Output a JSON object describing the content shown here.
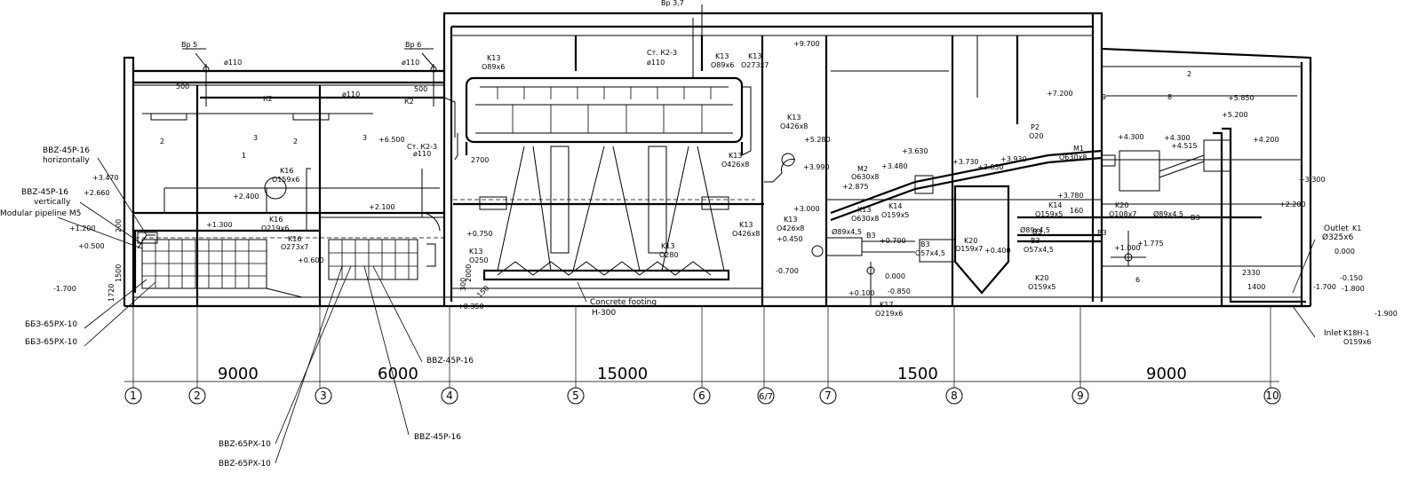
{
  "dimensions": {
    "span_1_3": "9000",
    "span_3_4": "6000",
    "span_4_6": "15000",
    "span_7_8": "1500",
    "span_9_10": "9000"
  },
  "axes": [
    "1",
    "2",
    "3",
    "4",
    "5",
    "6",
    "6/7",
    "7",
    "8",
    "9",
    "10"
  ],
  "labels": {
    "bbz45_h": "BBZ-45P-16",
    "bbz45_h2": "horizontally",
    "bbz45_v": "BBZ-45P-16",
    "bbz45_v2": "vertically",
    "modular": "Modular pipeline M5",
    "bb3_a": "ББЗ-65РХ-10",
    "bb3_b": "ББЗ-65РХ-10",
    "bbz45_mid": "BBZ-45P-16",
    "bbz45_bot": "BBZ-45P-16",
    "bbz65_a": "BBZ-65PX-10",
    "bbz65_b": "BBZ-65PX-10",
    "footing1": "Concrete footing",
    "footing2": "H-300",
    "outlet": "Outlet",
    "outlet_k": "K1",
    "outlet_d": "Ø325x6",
    "inlet": "Inlet",
    "inlet_k": "K18H-1",
    "inlet_d": "O159x6",
    "vd5": "Вр 5",
    "vd6": "Вр 6",
    "vd37": "Вр 3,7",
    "st_k23_a": "Ст. К2-3",
    "st_k23_b": "Ст. К2-3",
    "k2a": "К2",
    "k2b": "К2",
    "d110a": "ø110",
    "d110b": "ø110",
    "d110c": "ø110",
    "d110d": "ø110",
    "d110e": "ø110",
    "k13a": "K13",
    "k13a_d": "O89x6",
    "k13b": "K13",
    "k13b_d": "O89x6",
    "k13c": "K13",
    "k13c_d": "O273x7",
    "k13d": "K13",
    "k13d_d": "O426x8",
    "k13e": "K13",
    "k13e_d": "O426x8",
    "k13f": "K13",
    "k13f_d": "O426x8",
    "k13g": "K13",
    "k13g_d": "O426x8",
    "k13h": "K13",
    "k13h_d": "O280",
    "k13i": "K13",
    "k13i_d": "O250",
    "k13j": "K13",
    "k13j_d": "O630x8",
    "k16a": "K16",
    "k16a_d": "O159x6",
    "k16b": "K16",
    "k16b_d": "O219x6",
    "k16c": "K16",
    "k16c_d": "O273x7",
    "m1": "M1",
    "m1_d": "O630x8",
    "m2": "M2",
    "m2_d": "O630x8",
    "p2": "P2",
    "p2_d": "O20",
    "k14a": "K14",
    "k14a_d": "O159x5",
    "k14b": "K14",
    "k14b_d": "O159x5",
    "k20a": "K20",
    "k20a_d": "O159x7",
    "k20b": "K20",
    "k20b_d": "O159x5",
    "k20c": "K20",
    "k20c_d": "O108x7",
    "k17": "K17",
    "k17_d": "O219x6",
    "b3a": "B3",
    "b3a_d": "O57x4,5",
    "b3b": "B3",
    "b3b_d": "O57x4,5",
    "b3c": "B3",
    "b3d": "B3",
    "b3e": "B3",
    "b3f": "B3",
    "d89a": "Ø89x4,5",
    "d89b": "Ø89x4,5",
    "d89c": "Ø89x4,5",
    "n2700": "2700",
    "n500a": "500",
    "n500b": "500",
    "n160": "160",
    "n2330": "2330",
    "n1400": "1400",
    "n200": "200",
    "n1720": "1720",
    "n1500": "1500",
    "n300": "300",
    "n2000": "2000",
    "n150": "150",
    "n1": "1",
    "n2a": "2",
    "n2b": "2",
    "n2c": "2",
    "n3a": "3",
    "n3b": "3",
    "n6": "6",
    "n8": "8",
    "n9": "9"
  },
  "levels": [
    "+9.700",
    "+7.200",
    "+6.500",
    "+5.850",
    "+5.280",
    "+5.200",
    "+4.515",
    "+4.300",
    "+4.300",
    "+4.200",
    "+3.990",
    "+3.930",
    "+3.830",
    "+3.730",
    "+3.630",
    "+3.480",
    "+3.470",
    "+3.300",
    "+3.000",
    "+2.875",
    "+2.660",
    "+2.400",
    "+2.200",
    "+2.100",
    "+1.775",
    "+1.300",
    "+1.200",
    "+1.000",
    "+0.750",
    "+0.700",
    "+0.600",
    "+0.500",
    "+0.450",
    "+0.400",
    "+0.350",
    "+0.100",
    "0.000",
    "0.000",
    "-0.150",
    "-0.700",
    "-0.850",
    "-1.700",
    "-1.700",
    "-1.800",
    "-1.900",
    "+3.780"
  ],
  "colors": {
    "ink": "#000000",
    "paper": "#ffffff"
  }
}
